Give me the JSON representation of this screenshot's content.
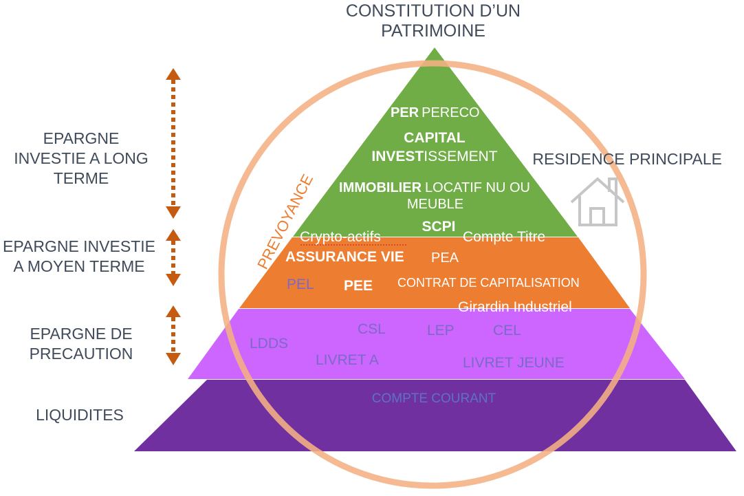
{
  "title": [
    "CONSTITUTION D’UN",
    "PATRIMOINE"
  ],
  "left_labels": {
    "long_term": [
      "EPARGNE",
      "INVESTIE A LONG",
      "TERME"
    ],
    "medium_term": [
      "EPARGNE INVESTIE",
      "A MOYEN TERME"
    ],
    "precaution": [
      "EPARGNE DE",
      "PRECAUTION"
    ],
    "liquidity": "LIQUIDITES"
  },
  "right_label": "RESIDENCE PRINCIPALE",
  "arc_label": "PREVOYANCE",
  "green_tier": {
    "per": "PER",
    "pereco": "PERECO",
    "capital": "CAPITAL",
    "invest_bold": "INVEST",
    "invest_rest": "ISSEMENT",
    "immobilier": "IMMOBILIER",
    "locatif": "LOCATIF NU OU",
    "meuble": "MEUBLE",
    "scpi": "SCPI"
  },
  "orange_tier": {
    "crypto": "Crypto-actifs",
    "compte_titre": "Compte Titre",
    "assurance_vie": "ASSURANCE VIE",
    "pea": "PEA",
    "pel": "PEL",
    "pee": "PEE",
    "contrat": "CONTRAT DE CAPITALISATION",
    "girardin": "Girardin Industriel"
  },
  "pink_tier": {
    "csl": "CSL",
    "lep": "LEP",
    "cel": "CEL",
    "ldds": "LDDS",
    "livret_a": "LIVRET A",
    "livret_jeune": "LIVRET JEUNE"
  },
  "purple_tier": {
    "compte_courant": "COMPTE COURANT"
  },
  "colors": {
    "green": "#70ad47",
    "orange": "#ed7d31",
    "pink": "#cc66ff",
    "purple": "#7030a0",
    "circle": "#f4b183",
    "arrow": "#c55a11",
    "dark_text": "#3f4a5a",
    "light_text": "#ffffff",
    "pink_text": "#7b69c7",
    "purple_text": "#5d72c7",
    "house": "#c6c6c6"
  }
}
